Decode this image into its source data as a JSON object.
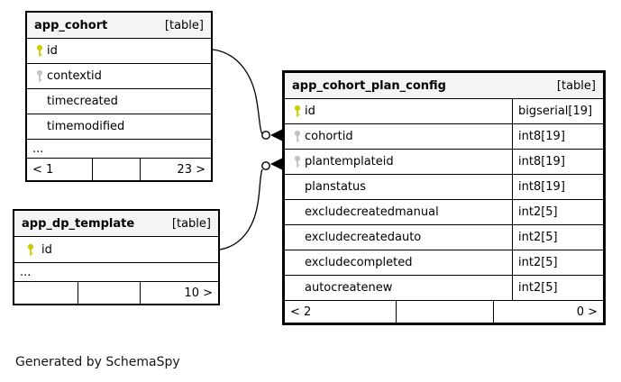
{
  "page": {
    "footer_note": "Generated by SchemaSpy"
  },
  "colors": {
    "primary_key": "#cccc00",
    "foreign_key": "#c3c3c3",
    "header_bg": "#f4f4f4",
    "border": "#000000"
  },
  "tables": [
    {
      "name": "app_cohort",
      "tag": "[table]",
      "rows": [
        {
          "name": "id",
          "key": "primary"
        },
        {
          "name": "contextid",
          "key": "foreign"
        },
        {
          "name": "timecreated",
          "key": "none"
        },
        {
          "name": "timemodified",
          "key": "none"
        }
      ],
      "ellipsis": "...",
      "footer": {
        "left": "< 1",
        "middle": "",
        "right": "23 >"
      }
    },
    {
      "name": "app_cohort_plan_config",
      "tag": "[table]",
      "rows": [
        {
          "name": "id",
          "type": "bigserial[19]",
          "key": "primary"
        },
        {
          "name": "cohortid",
          "type": "int8[19]",
          "key": "foreign"
        },
        {
          "name": "plantemplateid",
          "type": "int8[19]",
          "key": "foreign"
        },
        {
          "name": "planstatus",
          "type": "int8[19]",
          "key": "none"
        },
        {
          "name": "excludecreatedmanual",
          "type": "int2[5]",
          "key": "none"
        },
        {
          "name": "excludecreatedauto",
          "type": "int2[5]",
          "key": "none"
        },
        {
          "name": "excludecompleted",
          "type": "int2[5]",
          "key": "none"
        },
        {
          "name": "autocreatenew",
          "type": "int2[5]",
          "key": "none"
        }
      ],
      "footer": {
        "left": "< 2",
        "middle": "",
        "right": "0 >"
      }
    },
    {
      "name": "app_dp_template",
      "tag": "[table]",
      "rows": [
        {
          "name": "id",
          "key": "primary"
        }
      ],
      "ellipsis": "...",
      "footer": {
        "left": "",
        "middle": "",
        "right": "10 >"
      }
    }
  ]
}
